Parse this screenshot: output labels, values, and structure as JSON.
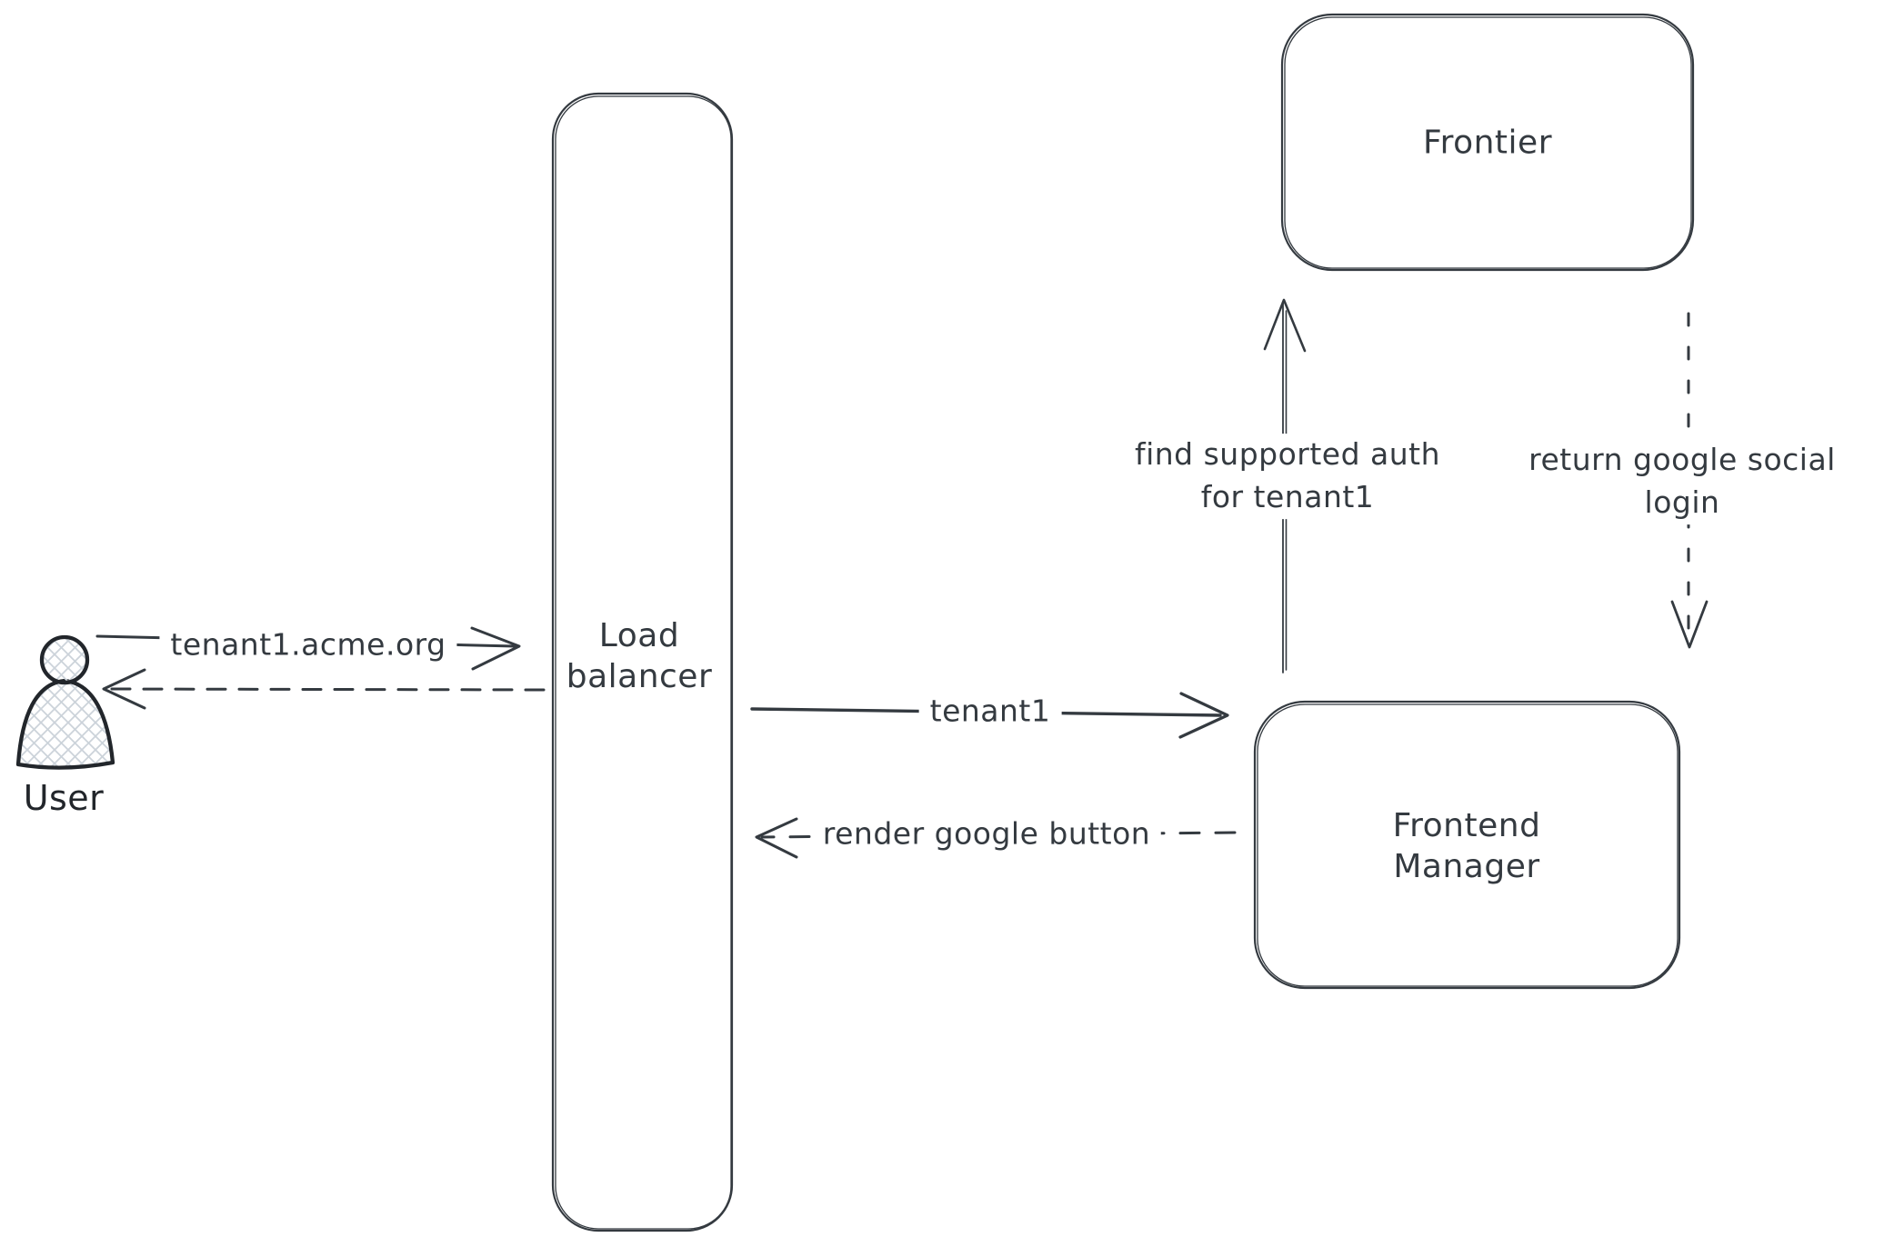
{
  "canvas": {
    "colors": {
      "background": "#ffffff",
      "stroke": "#343a40",
      "figure_outline": "#22262b",
      "hatch": "#ccd3da"
    }
  },
  "nodes": {
    "user": {
      "label": "User",
      "shape": "person-figure"
    },
    "load_balancer": {
      "lines": [
        "Load",
        "balancer"
      ],
      "shape": "rounded-rectangle"
    },
    "frontier": {
      "label": "Frontier",
      "shape": "rounded-rectangle"
    },
    "frontend_manager": {
      "lines": [
        "Frontend",
        "Manager"
      ],
      "shape": "rounded-rectangle"
    }
  },
  "edges": {
    "user_to_load_balancer": {
      "label": "tenant1.acme.org",
      "style": "solid",
      "from": "User",
      "to": "Load balancer"
    },
    "load_balancer_to_user": {
      "label": "",
      "style": "dashed",
      "from": "Load balancer",
      "to": "User"
    },
    "load_balancer_to_frontend_manager": {
      "label": "tenant1",
      "style": "solid",
      "from": "Load balancer",
      "to": "Frontend Manager"
    },
    "frontend_manager_to_load_balancer": {
      "label": "render google button",
      "style": "dashed",
      "from": "Frontend Manager",
      "to": "Load balancer"
    },
    "frontend_manager_to_frontier": {
      "lines": [
        "find supported auth",
        "for tenant1"
      ],
      "style": "solid",
      "from": "Frontend Manager",
      "to": "Frontier"
    },
    "frontier_to_frontend_manager": {
      "lines": [
        "return google social",
        "login"
      ],
      "style": "dashed",
      "from": "Frontier",
      "to": "Frontend Manager"
    }
  }
}
